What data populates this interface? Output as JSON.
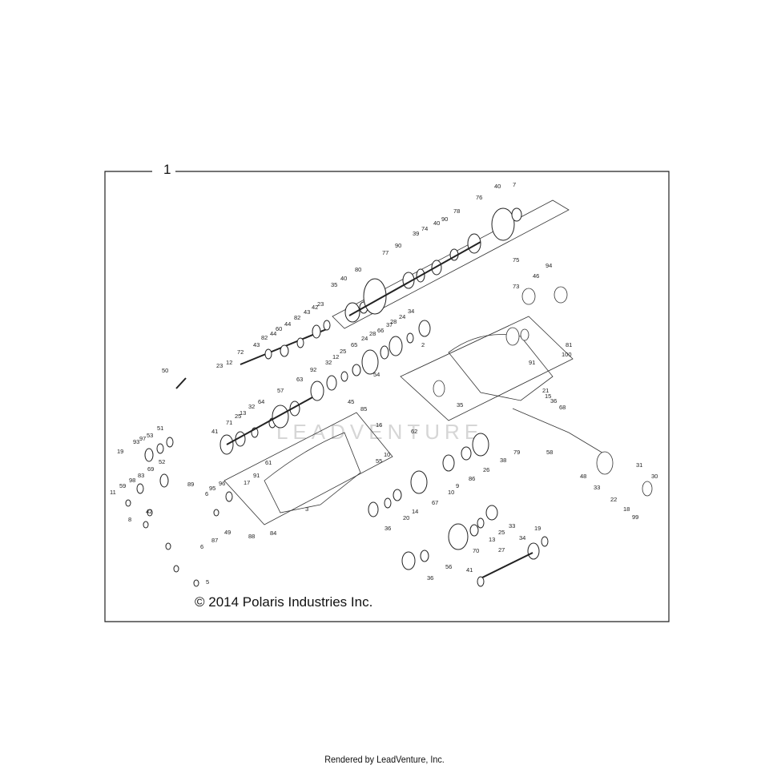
{
  "frame": {
    "title": "1"
  },
  "copyright": "© 2014 Polaris Industries Inc.",
  "footer": "Rendered by LeadVenture, Inc.",
  "watermark": "LEADVENTURE",
  "callouts": [
    "7",
    "40",
    "76",
    "78",
    "90",
    "40",
    "74",
    "39",
    "75",
    "90",
    "77",
    "80",
    "40",
    "35",
    "94",
    "46",
    "73",
    "43",
    "23",
    "82",
    "42",
    "44",
    "60",
    "44",
    "82",
    "72",
    "43",
    "23",
    "12",
    "34",
    "24",
    "37",
    "28",
    "66",
    "28",
    "24",
    "65",
    "25",
    "12",
    "32",
    "92",
    "63",
    "54",
    "45",
    "85",
    "62",
    "57",
    "64",
    "32",
    "13",
    "25",
    "71",
    "41",
    "50",
    "2",
    "81",
    "100",
    "91",
    "35",
    "21",
    "15",
    "36",
    "68",
    "58",
    "48",
    "31",
    "30",
    "33",
    "22",
    "18",
    "99",
    "16",
    "10",
    "55",
    "61",
    "91",
    "17",
    "3",
    "84",
    "88",
    "79",
    "38",
    "26",
    "86",
    "9",
    "10",
    "67",
    "14",
    "20",
    "36",
    "33",
    "25",
    "13",
    "19",
    "34",
    "70",
    "56",
    "36",
    "27",
    "41",
    "51",
    "53",
    "97",
    "93",
    "19",
    "52",
    "69",
    "83",
    "59",
    "98",
    "11",
    "42",
    "89",
    "96",
    "95",
    "6",
    "8",
    "87",
    "49",
    "6",
    "5"
  ]
}
